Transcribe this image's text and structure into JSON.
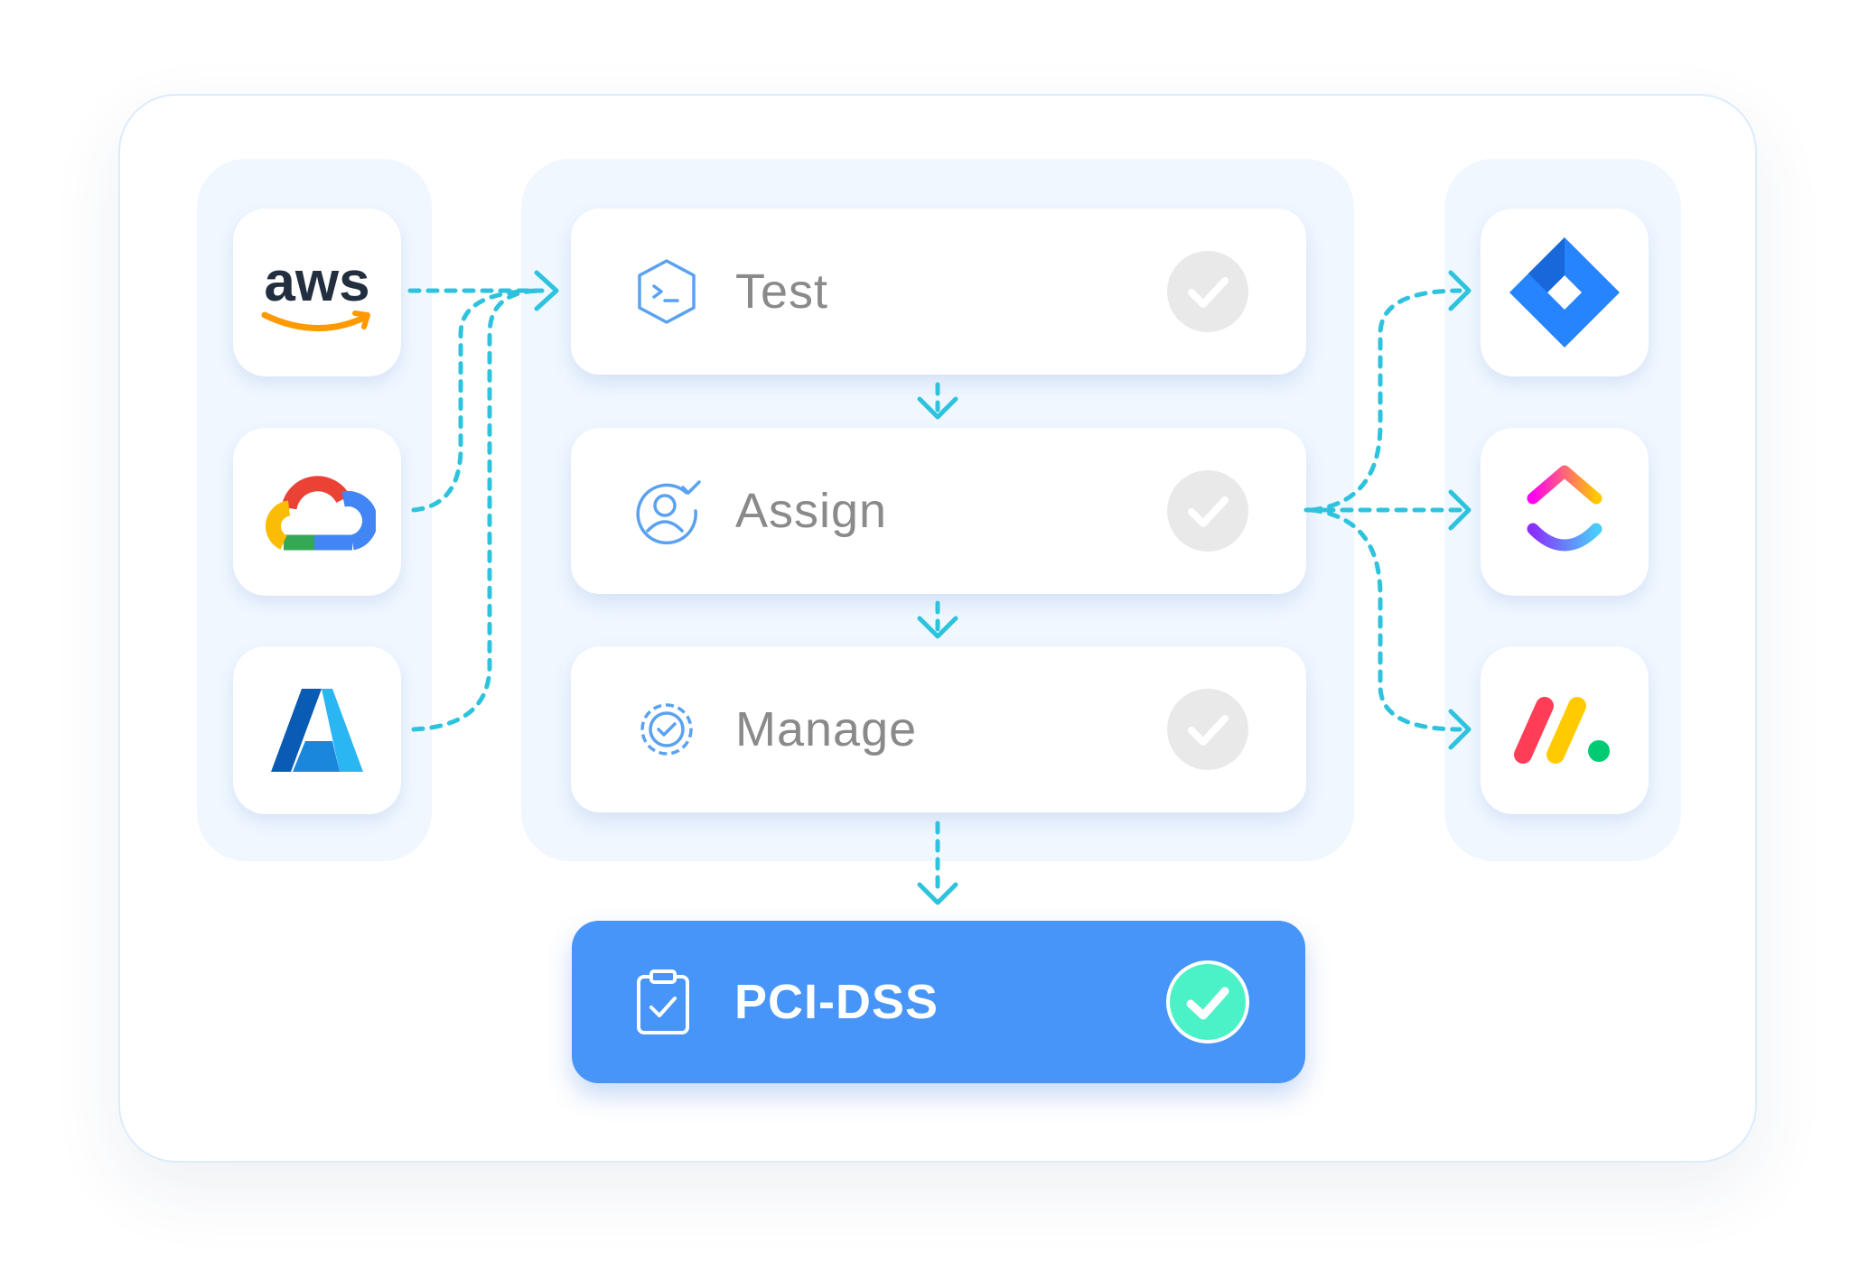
{
  "sources": [
    {
      "id": "aws",
      "logo_text": "aws",
      "icon": "aws-logo"
    },
    {
      "id": "google-cloud",
      "icon": "google-cloud-logo"
    },
    {
      "id": "azure",
      "icon": "azure-logo"
    }
  ],
  "steps": [
    {
      "label": "Test",
      "icon": "terminal-hexagon-icon",
      "status": "checked"
    },
    {
      "label": "Assign",
      "icon": "user-check-icon",
      "status": "checked"
    },
    {
      "label": "Manage",
      "icon": "gear-check-icon",
      "status": "checked"
    }
  ],
  "result": {
    "label": "PCI-DSS",
    "icon": "clipboard-check-icon",
    "status": "checked"
  },
  "integrations": [
    {
      "id": "jira",
      "icon": "jira-logo"
    },
    {
      "id": "clickup",
      "icon": "clickup-logo"
    },
    {
      "id": "monday",
      "icon": "monday-logo"
    }
  ],
  "colors": {
    "connector": "#2ec3dd",
    "result_bg": "#4795f8",
    "result_check": "#4cf2c7",
    "step_label": "#8a8a8a",
    "panel_bg": "#f0f7ff"
  }
}
